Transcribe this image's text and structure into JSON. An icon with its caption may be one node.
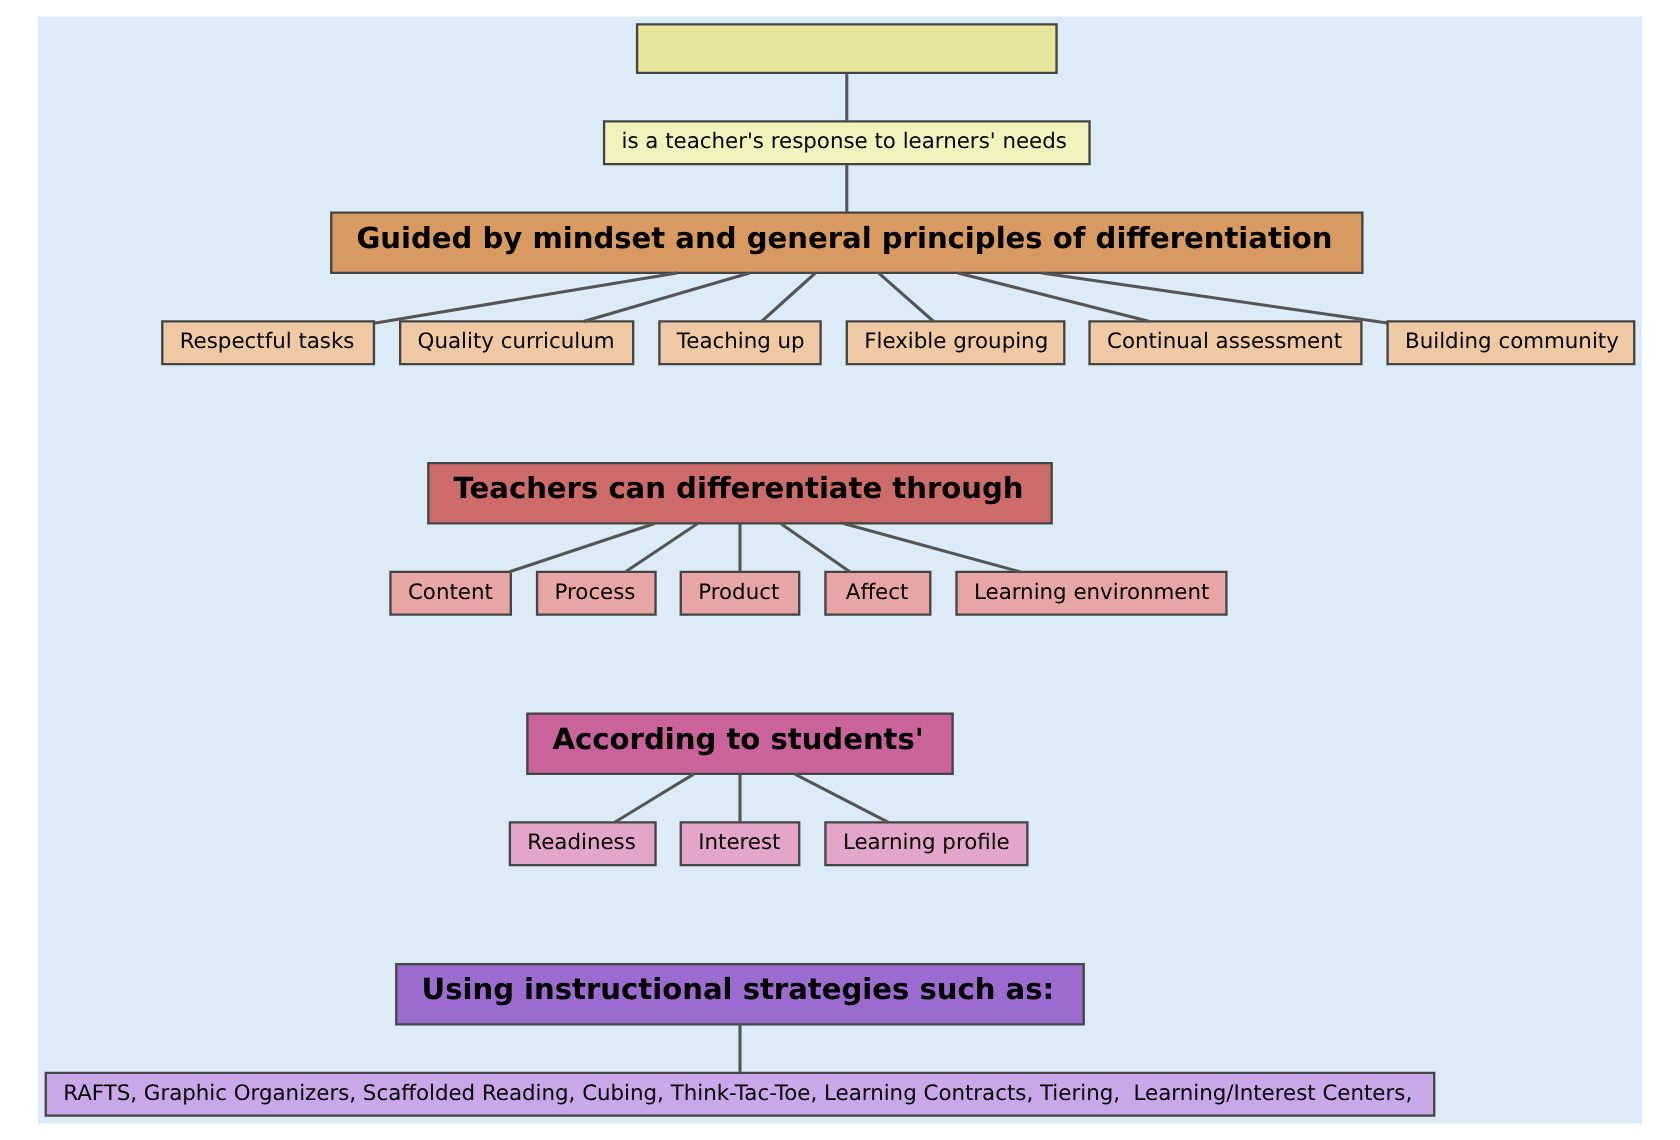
{
  "diagram": {
    "nodes": [
      {
        "text": [],
        "shape": "box"
      },
      {
        "text": [
          "is a teacher's response to learners' needs"
        ]
      },
      {
        "text": [
          "Guided by mindset and general principles of differentiation"
        ]
      },
      {
        "text": [
          "Respectful tasks"
        ]
      },
      {
        "text": [
          "Quality curriculum"
        ]
      },
      {
        "text": [
          "Teaching up"
        ]
      },
      {
        "text": [
          "Flexible grouping"
        ]
      },
      {
        "text": [
          "Continual assessment"
        ]
      },
      {
        "text": [
          "Building community"
        ]
      },
      {
        "text": [
          "Teachers can differentiate through"
        ]
      },
      {
        "text": [
          "Content"
        ]
      },
      {
        "text": [
          "Process"
        ]
      },
      {
        "text": [
          "Product"
        ]
      },
      {
        "text": [
          "Affect"
        ]
      },
      {
        "text": [
          "Learning environment"
        ]
      },
      {
        "text": [
          "According to students'"
        ]
      },
      {
        "text": [
          "Readiness"
        ]
      },
      {
        "text": [
          "Interest"
        ]
      },
      {
        "text": [
          "Learning profile"
        ]
      },
      {
        "text": [
          "Using instructional strategies such as:"
        ]
      },
      {
        "text": [
          "RAFTS, Graphic Organizers, Scaffolded Reading, Cubing, Think-Tac-Toe, Learning Contracts, Tiering,  Learning/Interest Centers,"
        ]
      }
    ],
    "edges": [
      {
        "from": 0,
        "to": 1,
        "arrow": "none"
      },
      {
        "from": 1,
        "to": 2,
        "arrow": "none"
      },
      {
        "from": 2,
        "to": 3,
        "arrow": "none"
      },
      {
        "from": 2,
        "to": 4,
        "arrow": "none"
      },
      {
        "from": 2,
        "to": 5,
        "arrow": "none"
      },
      {
        "from": 2,
        "to": 6,
        "arrow": "none"
      },
      {
        "from": 2,
        "to": 7,
        "arrow": "none"
      },
      {
        "from": 2,
        "to": 8,
        "arrow": "none"
      },
      {
        "from": 9,
        "to": 10,
        "arrow": "none"
      },
      {
        "from": 9,
        "to": 11,
        "arrow": "none"
      },
      {
        "from": 9,
        "to": 12,
        "arrow": "none"
      },
      {
        "from": 9,
        "to": 13,
        "arrow": "none"
      },
      {
        "from": 9,
        "to": 14,
        "arrow": "none"
      },
      {
        "from": 15,
        "to": 16,
        "arrow": "none"
      },
      {
        "from": 15,
        "to": 17,
        "arrow": "none"
      },
      {
        "from": 15,
        "to": 18,
        "arrow": "none"
      },
      {
        "from": 19,
        "to": 20,
        "arrow": "none"
      }
    ]
  }
}
